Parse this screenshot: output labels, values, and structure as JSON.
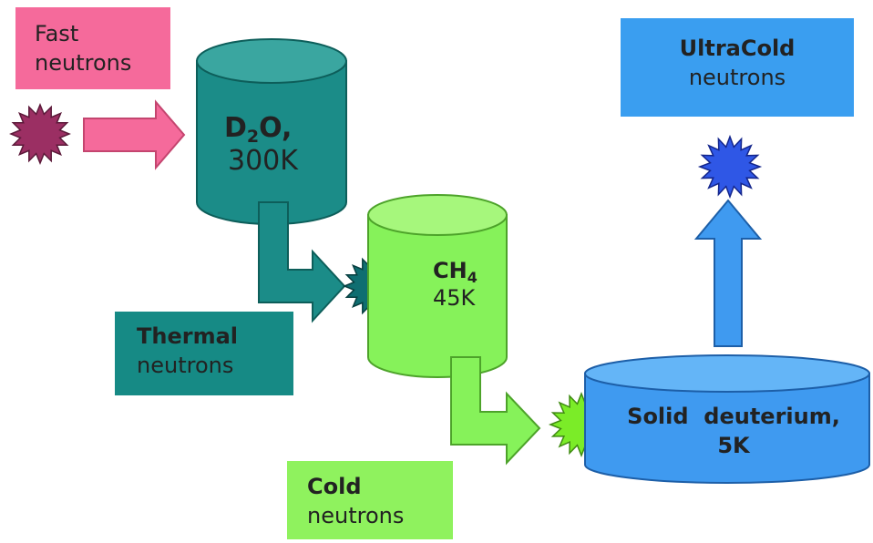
{
  "labels": {
    "fast": {
      "line1": "Fast",
      "line2": "neutrons"
    },
    "thermal": {
      "line1": "Thermal",
      "line2": "neutrons"
    },
    "cold": {
      "line1": "Cold",
      "line2": "neutrons"
    },
    "ultracold": {
      "line1": "UltraCold",
      "line2": "neutrons"
    }
  },
  "vessels": {
    "d2o": {
      "formula_main": "D",
      "formula_sub": "2",
      "formula_end": "O,",
      "temp": "300K"
    },
    "ch4": {
      "formula_main": "CH",
      "formula_sub": "4",
      "temp": "45K"
    },
    "deuterium": {
      "name": "Solid  deuterium,",
      "temp": "5K"
    }
  },
  "colors": {
    "fast": "#f56a9b",
    "fast_star": "#9b2f63",
    "d2o": "#1b8c88",
    "d2o_top": "#3aa6a0",
    "thermal_box": "#168a85",
    "thermal_star": "#0f6e71",
    "ch4": "#86f25a",
    "ch4_top": "#a6f77c",
    "cold_box": "#8ff25e",
    "cold_star": "#7bec28",
    "deut": "#3f9af0",
    "deut_top": "#64b5f7",
    "ucn_box": "#3a9ef0",
    "ucn_star": "#2f57e6"
  }
}
